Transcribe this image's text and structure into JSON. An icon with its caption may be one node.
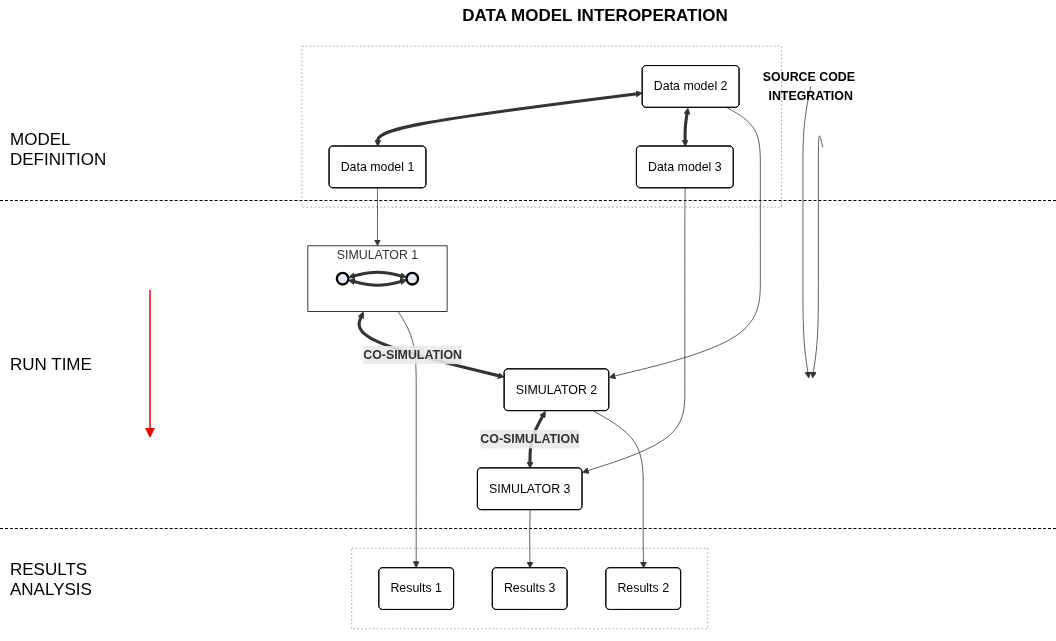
{
  "diagram": {
    "nodes": [
      {
        "text": [],
        "shape": "ellipse"
      },
      {
        "text": [
          "Data model 1"
        ],
        "in": 0
      },
      {
        "text": [
          "Data model 2"
        ],
        "in": 0
      },
      {
        "text": [
          "Data model 3"
        ],
        "in": 0
      },
      {
        "text": [
          "SIMULATOR 1"
        ]
      },
      {
        "text": [],
        "shape": "circle",
        "in": 4
      },
      {
        "text": [],
        "shape": "circle",
        "in": 4
      },
      {
        "text": [
          "SIMULATOR 2"
        ]
      },
      {
        "text": [
          "SIMULATOR 3"
        ]
      },
      {
        "text": [],
        "shape": "ellipse"
      },
      {
        "text": [
          "Results 1"
        ],
        "in": 9
      },
      {
        "text": [
          "Results 2"
        ],
        "in": 9
      },
      {
        "text": [
          "Results 3"
        ],
        "in": 9
      },
      {
        "text": [
          "SOURCE CODE INTEGRATION"
        ]
      }
    ],
    "edges": [
      {
        "from": 2,
        "to": 1,
        "arrow": "both",
        "style": "thick"
      },
      {
        "from": 2,
        "to": 3,
        "arrow": "both",
        "style": "thick"
      },
      {
        "from": 1,
        "to": 4,
        "arrow": "to"
      },
      {
        "from": 2,
        "to": 7,
        "arrow": "to"
      },
      {
        "from": 3,
        "to": 8,
        "arrow": "to"
      },
      {
        "from": 5,
        "to": 6,
        "arrow": "both",
        "style": "thick"
      },
      {
        "from": 5,
        "to": 6,
        "arrow": "both",
        "style": "thick"
      },
      {
        "from": 4,
        "to": 7,
        "arrow": "both",
        "style": "thick",
        "label": "CO-SIMULATION"
      },
      {
        "from": 7,
        "to": 8,
        "arrow": "both",
        "style": "thick",
        "label": "CO-SIMULATION"
      },
      {
        "from": 4,
        "to": 10,
        "arrow": "to"
      },
      {
        "from": 7,
        "to": 11,
        "arrow": "to"
      },
      {
        "from": 8,
        "to": 12,
        "arrow": "to"
      },
      {
        "from": 13,
        "to": null,
        "arrow": "to"
      },
      {
        "from": 13,
        "to": null,
        "arrow": "to"
      }
    ],
    "labels": [
      "DATA MODEL INTEROPERATION",
      "MODEL DEFINITION",
      "RUN TIME",
      "RESULTS ANALYSIS"
    ]
  }
}
